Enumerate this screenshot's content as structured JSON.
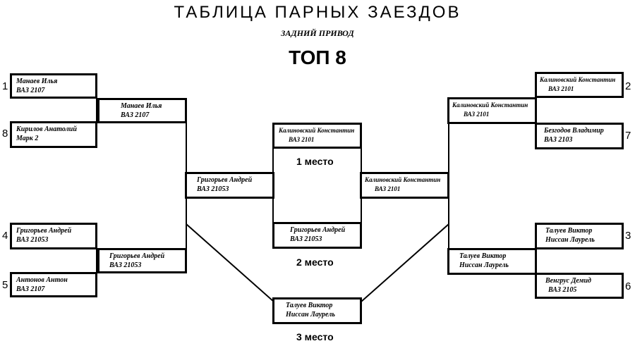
{
  "header": {
    "title": "ТАБЛИЦА ПАРНЫХ ЗАЕЗДОВ",
    "subtitle": "ЗАДНИЙ ПРИВОД",
    "bracket": "ТОП 8"
  },
  "seeds": [
    "1",
    "8",
    "4",
    "5",
    "2",
    "7",
    "3",
    "6"
  ],
  "left_round1": [
    {
      "name": "Манаев Илья",
      "car": "ВАЗ 2107"
    },
    {
      "name": "Кирилов Анатолий",
      "car": "Марк 2"
    },
    {
      "name": "Григорьев Андрей",
      "car": "ВАЗ 21053"
    },
    {
      "name": "Антонов Антон",
      "car": "ВАЗ 2107"
    }
  ],
  "left_round2": [
    {
      "name": "Манаев Илья",
      "car": "ВАЗ 2107"
    },
    {
      "name": "Григорьев Андрей",
      "car": "ВАЗ 21053"
    }
  ],
  "left_semi": {
    "name": "Григорьев Андрей",
    "car": "ВАЗ 21053"
  },
  "right_round1": [
    {
      "name": "Калиновский Константин",
      "car": "ВАЗ 2101"
    },
    {
      "name": "Безгодов Владимир",
      "car": "ВАЗ 2103"
    },
    {
      "name": "Талуев Виктор",
      "car": "Ниссан Лаурель"
    },
    {
      "name": "Венгрус Демид",
      "car": "ВАЗ 2105"
    }
  ],
  "right_round2": [
    {
      "name": "Калиновский Константин",
      "car": "ВАЗ 2101"
    },
    {
      "name": "Талуев Виктор",
      "car": "Ниссан Лаурель"
    }
  ],
  "right_semi": {
    "name": "Калиновский Константин",
    "car": "ВАЗ 2101"
  },
  "final": {
    "first": {
      "name": "Калиновский Константин",
      "car": "ВАЗ 2101"
    },
    "second": {
      "name": "Григорьев Андрей",
      "car": "ВАЗ 21053"
    },
    "third": {
      "name": "Талуев Виктор",
      "car": "Ниссан Лаурель"
    }
  },
  "places": {
    "first": "1 место",
    "second": "2 место",
    "third": "3 место"
  }
}
